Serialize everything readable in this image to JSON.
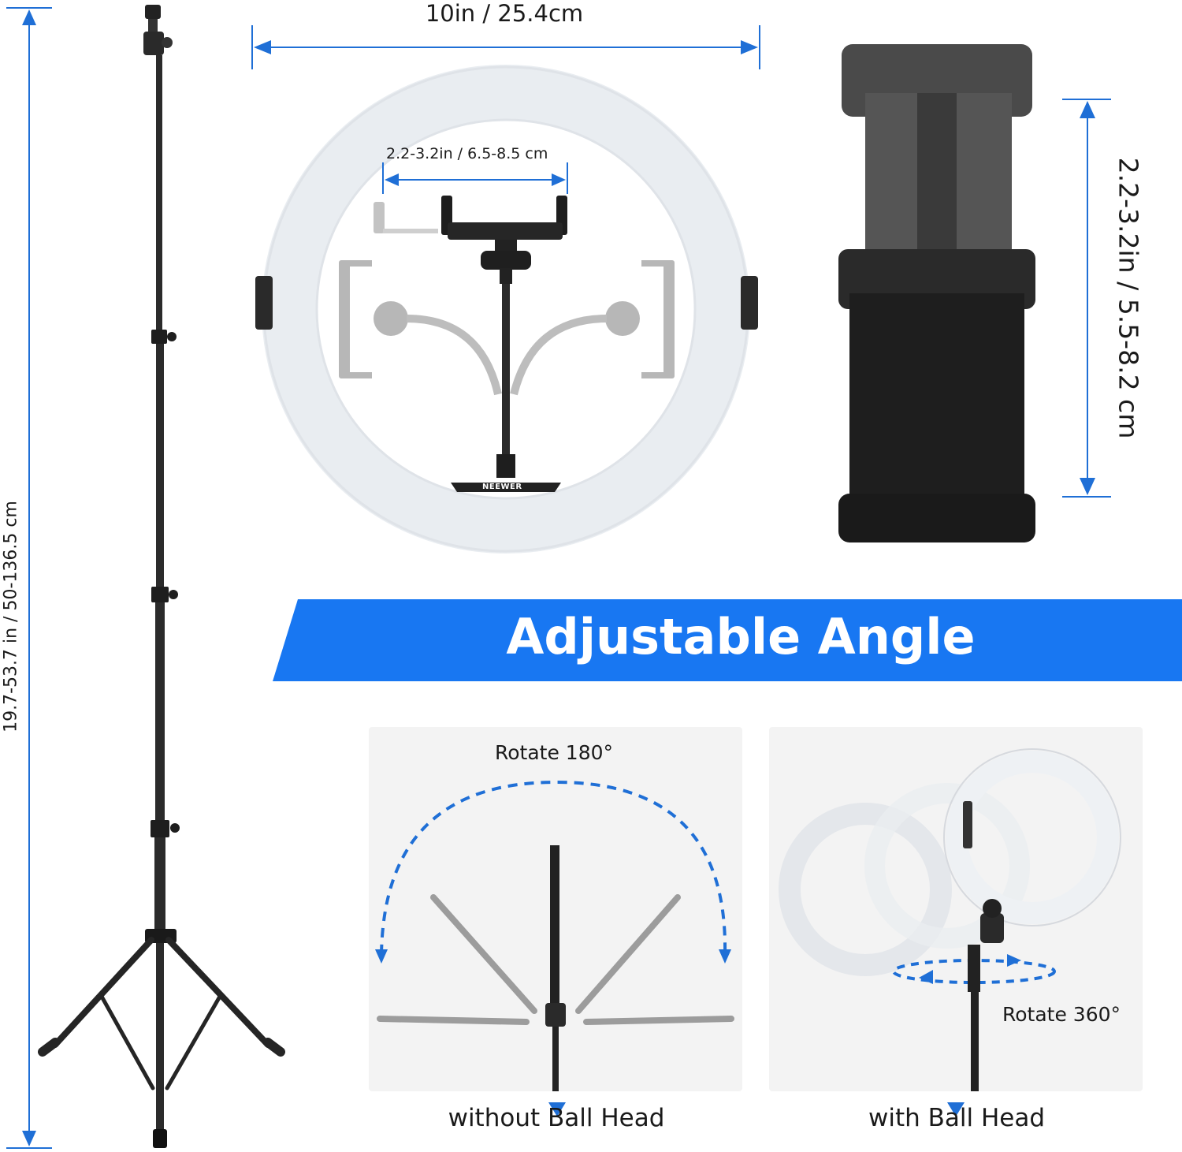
{
  "dimensions": {
    "ring_width": "10in /  25.4cm",
    "phone_clamp_range": "2.2-3.2in / 6.5-8.5 cm",
    "holder_range": "2.2-3.2in / 5.5-8.2 cm",
    "stand_height": "19.7-53.7 in / 50-136.5 cm"
  },
  "brand": "NEEWER",
  "banner": {
    "title": "Adjustable Angle"
  },
  "panels": {
    "left": {
      "rotation_label": "Rotate 180°",
      "caption": "without Ball Head"
    },
    "right": {
      "rotation_label": "Rotate 360°",
      "caption": "with Ball Head"
    }
  },
  "colors": {
    "accent_blue": "#1877f2",
    "dimension_blue": "#1f6fd6",
    "ring_light": "#f4f6f8",
    "hardware_black": "#1e1e1e"
  }
}
